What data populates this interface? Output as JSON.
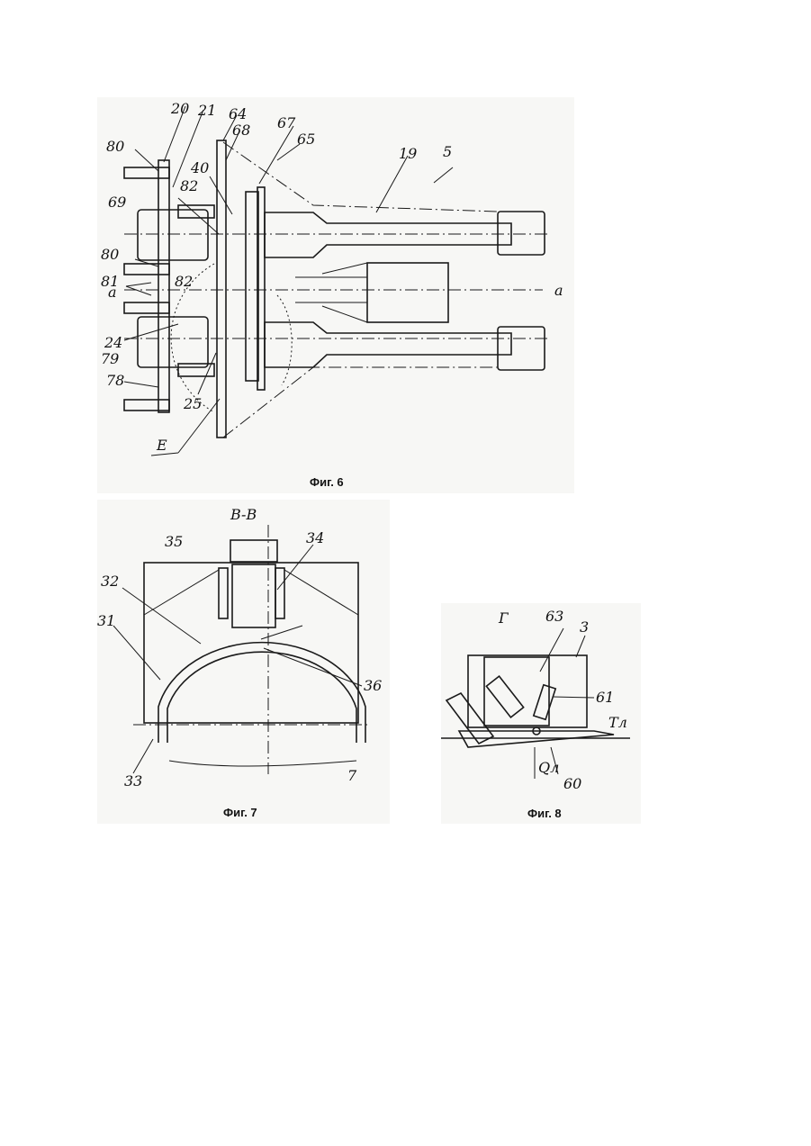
{
  "fig6": {
    "caption": "Фиг. 6",
    "labels": {
      "l20": "20",
      "l21": "21",
      "l64": "64",
      "l68": "68",
      "l67": "67",
      "l65": "65",
      "l19": "19",
      "l5": "5",
      "l80a": "80",
      "l40": "40",
      "l82a": "82",
      "l69": "69",
      "l80b": "80",
      "l82b": "82",
      "l81": "81",
      "la_left": "a",
      "la_right": "a",
      "l24": "24",
      "l79": "79",
      "l78": "78",
      "l25": "25",
      "lE": "E"
    }
  },
  "fig7": {
    "caption": "Фиг. 7",
    "section": "B-B",
    "labels": {
      "l35": "35",
      "l34": "34",
      "l32": "32",
      "l31": "31",
      "l36": "36",
      "l33": "33",
      "l7": "7"
    }
  },
  "fig8": {
    "caption": "Фиг. 8",
    "view": "Г",
    "labels": {
      "l63": "63",
      "l3": "3",
      "l61": "61",
      "lT": "Тл",
      "lQ": "Qл",
      "l60": "60"
    }
  }
}
